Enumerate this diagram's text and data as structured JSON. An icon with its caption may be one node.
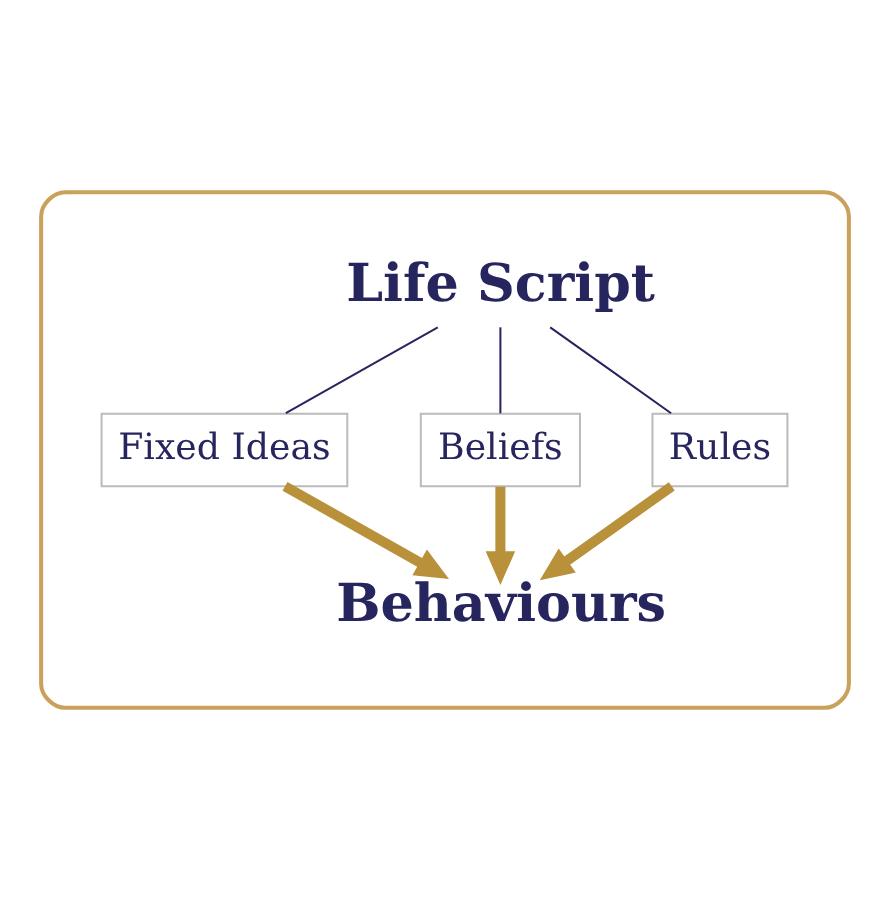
{
  "diagram": {
    "nodes": [
      {
        "text": [],
        "shape": "star"
      },
      {
        "text": [
          "Life Script"
        ],
        "in": 0
      },
      {
        "text": [
          "Fixed Ideas"
        ],
        "in": 0
      },
      {
        "text": [
          "Beliefs"
        ],
        "in": 0
      },
      {
        "text": [
          "Rules"
        ],
        "in": 0
      },
      {
        "text": [
          "Behaviours"
        ],
        "in": 0
      }
    ],
    "edges": [
      {
        "from": 1,
        "to": 2,
        "arrow": "none"
      },
      {
        "from": 1,
        "to": 3,
        "arrow": "none"
      },
      {
        "from": 1,
        "to": 4,
        "arrow": "none"
      },
      {
        "from": 2,
        "to": 5,
        "arrow": "to",
        "style": "thick",
        "color": "#b8913a"
      },
      {
        "from": 3,
        "to": 5,
        "arrow": "to",
        "style": "thick",
        "color": "#b8913a"
      },
      {
        "from": 4,
        "to": 5,
        "arrow": "to",
        "style": "thick",
        "color": "#b8913a"
      }
    ]
  }
}
